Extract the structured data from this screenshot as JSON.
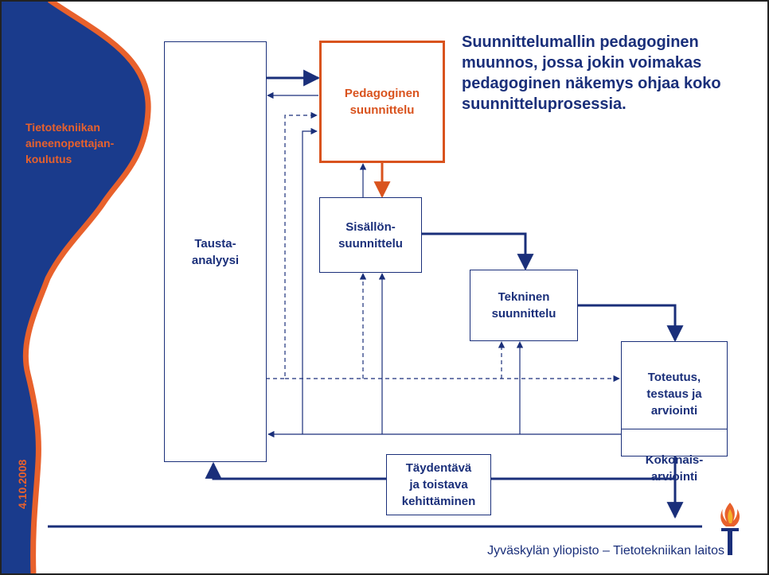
{
  "slide": {
    "headline": "Suunnittelumallin pedagoginen muunnos, jossa jokin voimakas pedagoginen näkemys ohjaa koko suunnitteluprosessia.",
    "sidebar_title": "Tietotekniikan\naineenopettajan-\nkoulutus",
    "date": "4.10.2008",
    "footer": "Jyväskylän yliopisto – Tietotekniikan laitos"
  },
  "boxes": {
    "tausta": "Tausta-\nanalyysi",
    "pedagoginen": "Pedagoginen\nsuunnittelu",
    "sisallon": "Sisällön-\nsuunnittelu",
    "tekninen": "Tekninen\nsuunnittelu",
    "toteutus": "Toteutus,\ntestaus ja\narviointi",
    "kokonais": "Kokonais-\narviointi",
    "taydentava": "Täydentävä\nja toistava\nkehittäminen"
  },
  "colors": {
    "navy": "#1a2f7a",
    "orange": "#e8612c",
    "pedagogy_red": "#d9531e",
    "sidebar_blue": "#1a3b8c"
  }
}
